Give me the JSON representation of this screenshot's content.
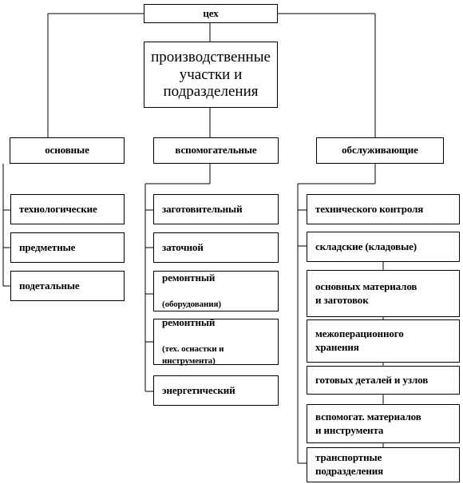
{
  "root": {
    "label": "цех"
  },
  "sub": {
    "label": "производственные\nучастки и\nподразделения"
  },
  "categories": {
    "main": {
      "label": "основные"
    },
    "aux": {
      "label": "вспомогательные"
    },
    "service": {
      "label": "обслуживающие"
    }
  },
  "main_items": [
    {
      "label": "технологические"
    },
    {
      "label": "предметные"
    },
    {
      "label": "подетальные"
    }
  ],
  "aux_items": [
    {
      "label": "заготовительный"
    },
    {
      "label": "заточной"
    },
    {
      "label": "ремонтный",
      "note": "(оборудования)"
    },
    {
      "label": "ремонтный",
      "note": "(тех. оснастки и\nинструмента)"
    },
    {
      "label": "энергетический"
    }
  ],
  "service_items": [
    {
      "label": "технического контроля"
    },
    {
      "label": "складские (кладовые)"
    },
    {
      "label": "основных материалов\nи заготовок"
    },
    {
      "label": "межоперационного\nхранения"
    },
    {
      "label": "готовых деталей и узлов"
    },
    {
      "label": "вспомогат. материалов\nи инструмента"
    },
    {
      "label": "транспортные\nподразделения"
    }
  ]
}
